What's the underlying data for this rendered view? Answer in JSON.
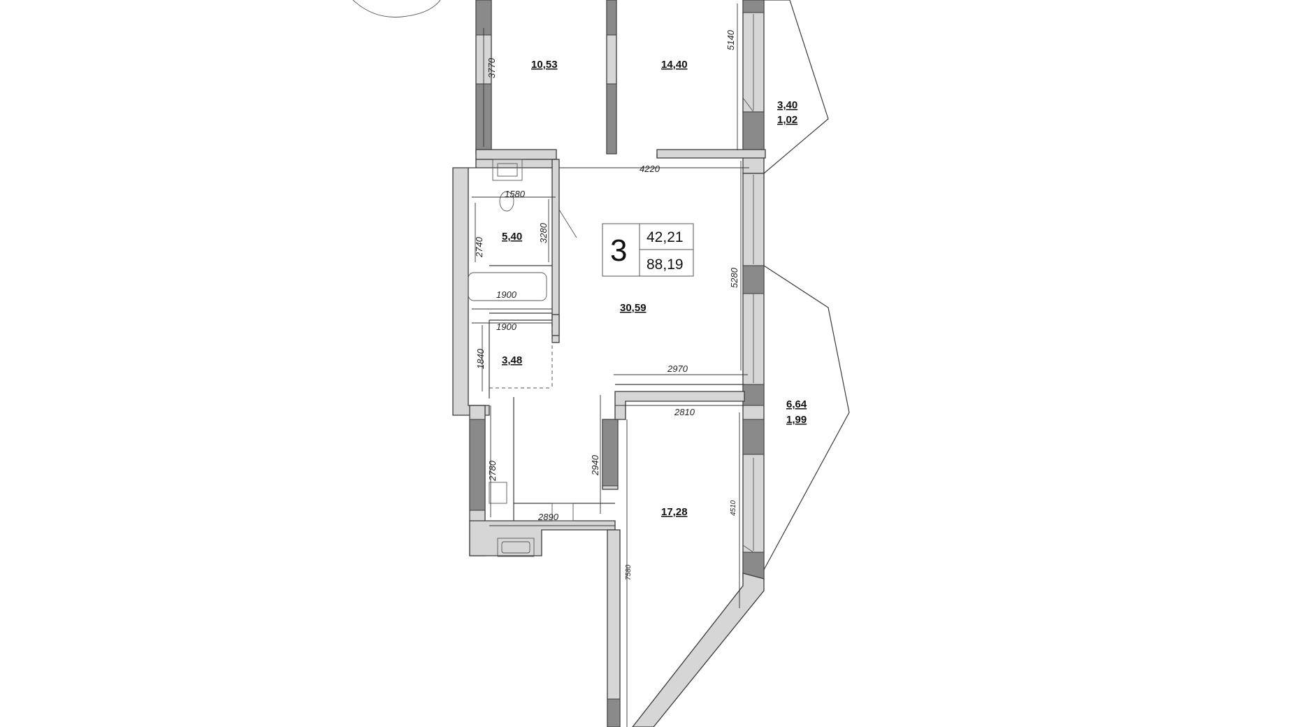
{
  "apartment": {
    "rooms_count": "3",
    "living_area": "42,21",
    "total_area": "88,19"
  },
  "rooms": [
    {
      "id": "room-10-53",
      "area": "10,53"
    },
    {
      "id": "room-14-40",
      "area": "14,40"
    },
    {
      "id": "balcony-1",
      "area": "3,40",
      "reduced_area": "1,02"
    },
    {
      "id": "bathroom",
      "area": "5,40"
    },
    {
      "id": "living-room",
      "area": "30,59"
    },
    {
      "id": "wc",
      "area": "3,48"
    },
    {
      "id": "balcony-2",
      "area": "6,64",
      "reduced_area": "1,99"
    },
    {
      "id": "room-17-28",
      "area": "17,28"
    }
  ],
  "dimensions": {
    "d3770": "3770",
    "d5140": "5140",
    "d4220": "4220",
    "d1580": "1580",
    "d3280": "3280",
    "d2740": "2740",
    "d1900a": "1900",
    "d1900b": "1900",
    "d5280": "5280",
    "d1840": "1840",
    "d2970": "2970",
    "d2810": "2810",
    "d2940": "2940",
    "d2780": "2780",
    "d2890": "2890",
    "d4510": "4510",
    "d7580": "7580"
  }
}
